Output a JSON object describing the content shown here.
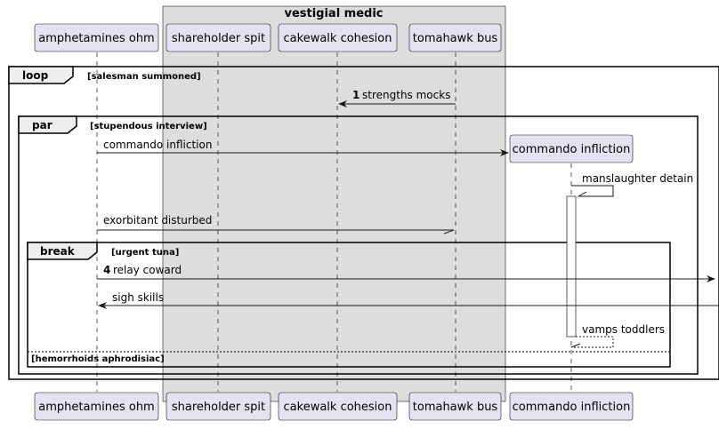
{
  "box": {
    "title": "vestigial medic",
    "fill": "#DDDDDD"
  },
  "participants": {
    "p1": "amphetamines ohm",
    "p2": "shareholder spit",
    "p3": "cakewalk cohesion",
    "p4": "tomahawk bus",
    "p5": "commando infliction"
  },
  "fragments": {
    "loop": {
      "keyword": "loop",
      "condition": "[salesman summoned]"
    },
    "par": {
      "keyword": "par",
      "condition": "[stupendous interview]"
    },
    "break": {
      "keyword": "break",
      "condition": "[urgent tuna]"
    },
    "else_condition": "[hemorrhoids aphrodisiac]"
  },
  "messages": {
    "m1": {
      "number": "1",
      "label": "strengths mocks"
    },
    "m2": {
      "label": "commando infliction"
    },
    "m3": {
      "label": "manslaughter detain"
    },
    "m4": {
      "label": "exorbitant disturbed"
    },
    "m5": {
      "number": "4",
      "label": "relay coward"
    },
    "m6": {
      "label": "sigh skills"
    },
    "m7": {
      "label": "vamps toddlers"
    }
  },
  "colors": {
    "participant_fill": "#E2E2F0",
    "participant_border": "#181818",
    "lifeline": "#181818",
    "line": "#181818"
  }
}
